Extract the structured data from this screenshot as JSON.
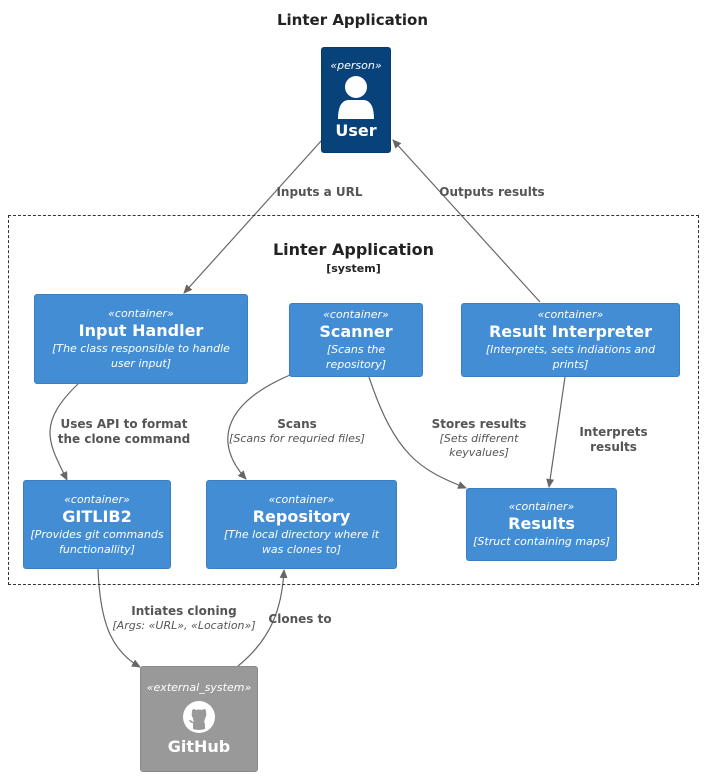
{
  "diagram_title": "Linter Application",
  "boundary": {
    "title": "Linter Application",
    "type": "[system]"
  },
  "nodes": {
    "user": {
      "stereotype": "«person»",
      "name": "User",
      "icon": "person-icon"
    },
    "input_handler": {
      "stereotype": "«container»",
      "name": "Input Handler",
      "description": "[The class responsible to handle user input]"
    },
    "scanner": {
      "stereotype": "«container»",
      "name": "Scanner",
      "description": "[Scans the repository]"
    },
    "result_interpreter": {
      "stereotype": "«container»",
      "name": "Result Interpreter",
      "description": "[Interprets, sets indiations and prints]"
    },
    "gitlib2": {
      "stereotype": "«container»",
      "name": "GITLIB2",
      "description": "[Provides git commands functionallity]"
    },
    "repository": {
      "stereotype": "«container»",
      "name": "Repository",
      "description": "[The local directory where it was clones to]"
    },
    "results": {
      "stereotype": "«container»",
      "name": "Results",
      "description": "[Struct containing maps]"
    },
    "github": {
      "stereotype": "«external_system»",
      "name": "GitHub",
      "icon": "github-icon"
    }
  },
  "edges": {
    "inputs_url": {
      "label": "Inputs a URL"
    },
    "outputs_results": {
      "label": "Outputs results"
    },
    "uses_api": {
      "label": "Uses API to format the clone command"
    },
    "scans": {
      "label": "Scans",
      "detail": "[Scans for requried files]"
    },
    "stores_results": {
      "label": "Stores results",
      "detail": "[Sets different keyvalues]"
    },
    "interprets_results": {
      "label": "Interprets results"
    },
    "intiates_cloning": {
      "label": "Intiates cloning",
      "detail": "[Args: «URL», «Location»]"
    },
    "clones_to": {
      "label": "Clones to"
    }
  },
  "colors": {
    "person": "#08427b",
    "container": "#438dd5",
    "external_system": "#999999",
    "edge": "#666666"
  }
}
